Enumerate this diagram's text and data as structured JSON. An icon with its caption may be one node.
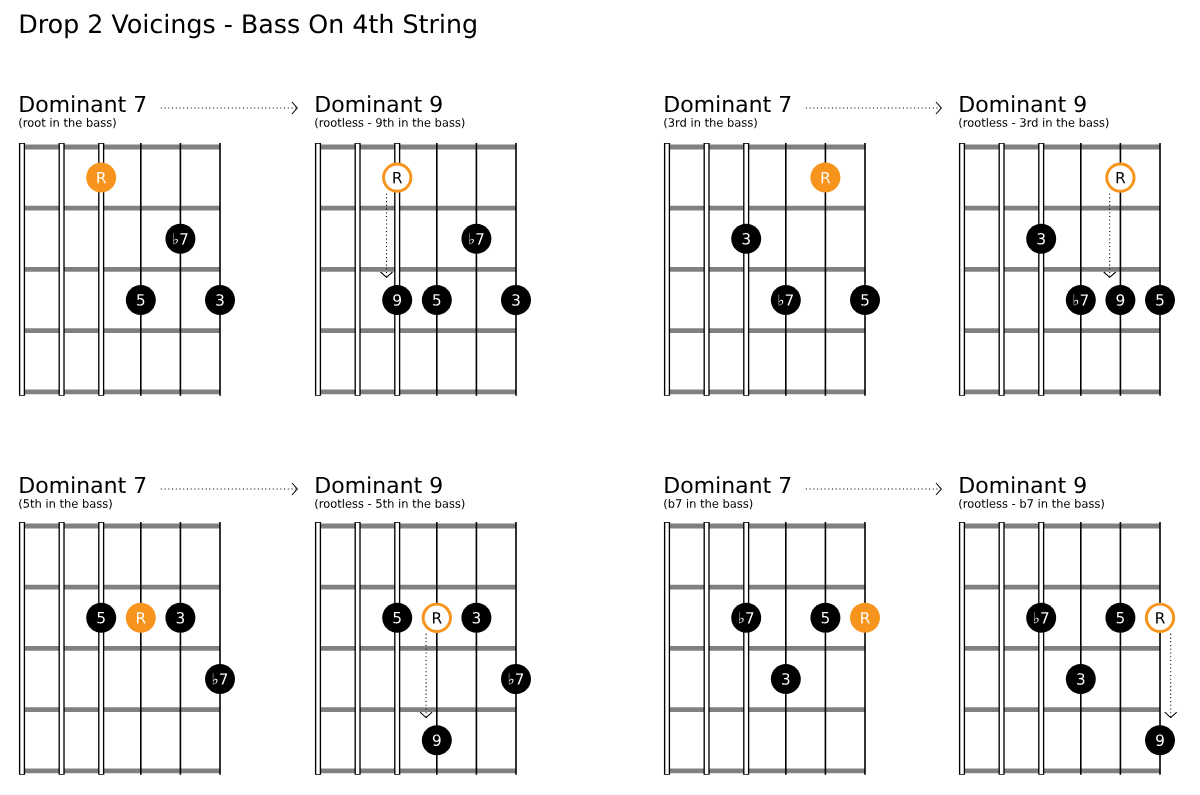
{
  "diagram": {
    "title": "Drop 2 Voicings - Bass On 4th String",
    "nodes": [
      {
        "text": [
          "Dominant 7",
          "(root in the bass)"
        ]
      },
      {
        "text": [
          "R"
        ]
      },
      {
        "text": [
          "♭7"
        ]
      },
      {
        "text": [
          "5"
        ]
      },
      {
        "text": [
          "3"
        ]
      },
      {
        "text": [
          "Dominant 9",
          "(rootless - 9th in the bass)"
        ]
      },
      {
        "text": [
          "R"
        ]
      },
      {
        "text": [
          "♭7"
        ]
      },
      {
        "text": [
          "9"
        ]
      },
      {
        "text": [
          "5"
        ]
      },
      {
        "text": [
          "3"
        ]
      },
      {
        "text": [
          "Dominant 7",
          "(3rd in the bass)"
        ]
      },
      {
        "text": [
          "R"
        ]
      },
      {
        "text": [
          "3"
        ]
      },
      {
        "text": [
          "♭7"
        ]
      },
      {
        "text": [
          "5"
        ]
      },
      {
        "text": [
          "Dominant 9",
          "(rootless - 3rd in the bass)"
        ]
      },
      {
        "text": [
          "R"
        ]
      },
      {
        "text": [
          "3"
        ]
      },
      {
        "text": [
          "♭7"
        ]
      },
      {
        "text": [
          "9"
        ]
      },
      {
        "text": [
          "5"
        ]
      },
      {
        "text": [
          "Dominant 7",
          "(5th in the bass)"
        ]
      },
      {
        "text": [
          "5"
        ]
      },
      {
        "text": [
          "R"
        ]
      },
      {
        "text": [
          "3"
        ]
      },
      {
        "text": [
          "♭7"
        ]
      },
      {
        "text": [
          "Dominant 9",
          "(rootless - 5th in the bass)"
        ]
      },
      {
        "text": [
          "5"
        ]
      },
      {
        "text": [
          "R"
        ]
      },
      {
        "text": [
          "3"
        ]
      },
      {
        "text": [
          "♭7"
        ]
      },
      {
        "text": [
          "9"
        ]
      },
      {
        "text": [
          "Dominant 7",
          "(b7 in the bass)"
        ]
      },
      {
        "text": [
          "♭7"
        ]
      },
      {
        "text": [
          "5"
        ]
      },
      {
        "text": [
          "R"
        ]
      },
      {
        "text": [
          "3"
        ]
      },
      {
        "text": [
          "Dominant 9",
          "(rootless - b7 in the bass)"
        ]
      },
      {
        "text": [
          "♭7"
        ]
      },
      {
        "text": [
          "5"
        ]
      },
      {
        "text": [
          "R"
        ]
      },
      {
        "text": [
          "3"
        ]
      },
      {
        "text": [
          "9"
        ]
      }
    ],
    "edges": [
      {
        "from": 0,
        "to": 5,
        "arrow": "to",
        "style": "dashed"
      },
      {
        "from": 6,
        "to": 8,
        "arrow": "to",
        "style": "dashed"
      },
      {
        "from": 11,
        "to": 16,
        "arrow": "to",
        "style": "dashed"
      },
      {
        "from": 17,
        "to": 20,
        "arrow": "to",
        "style": "dashed"
      },
      {
        "from": 22,
        "to": 27,
        "arrow": "to",
        "style": "dashed"
      },
      {
        "from": 29,
        "to": 32,
        "arrow": "to",
        "style": "dashed"
      },
      {
        "from": 33,
        "to": 38,
        "arrow": "to",
        "style": "dashed"
      },
      {
        "from": 41,
        "to": 43,
        "arrow": "to",
        "style": "dashed"
      }
    ]
  }
}
